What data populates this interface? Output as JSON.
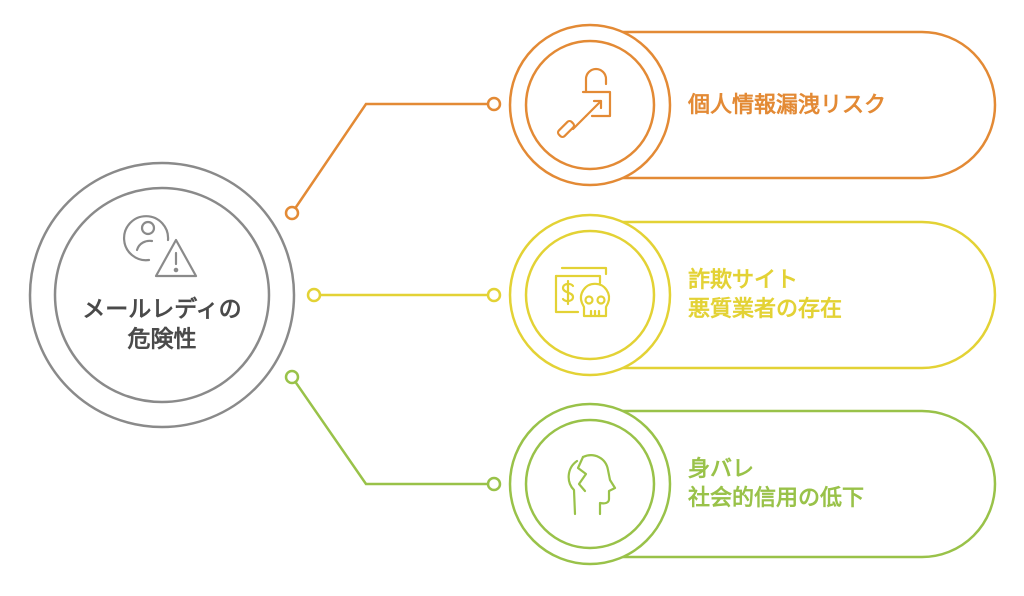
{
  "center": {
    "line1": "メールレディの",
    "line2": "危険性",
    "icon": "user-warning-icon",
    "color": "#8a8a8a",
    "text_color": "#4a4a4a"
  },
  "items": [
    {
      "id": "leak",
      "lines": [
        "個人情報漏洩リスク"
      ],
      "icon": "lock-hacking-icon",
      "color": "#e38a35"
    },
    {
      "id": "fraud",
      "lines": [
        "詐欺サイト",
        "悪質業者の存在"
      ],
      "icon": "money-skull-icon",
      "color": "#e3d235"
    },
    {
      "id": "exposure",
      "lines": [
        "身バレ",
        "社会的信用の低下"
      ],
      "icon": "broken-head-icon",
      "color": "#99c249"
    }
  ]
}
